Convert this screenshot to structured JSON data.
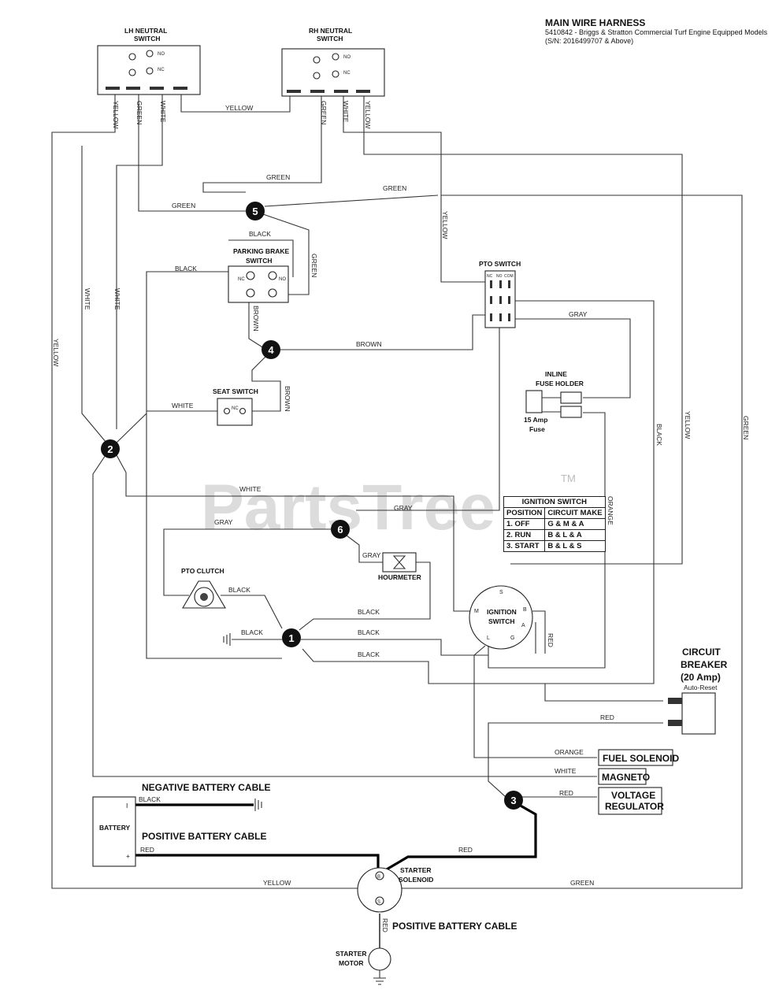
{
  "header": {
    "title": "MAIN WIRE HARNESS",
    "subtitle1": "5410842 - Briggs & Stratton Commercial Turf Engine Equipped Models",
    "subtitle2": "(S/N: 2016499707 & Above)"
  },
  "watermark": {
    "text": "PartsTree",
    "tm": "TM"
  },
  "components": {
    "lh_neutral": [
      "LH NEUTRAL",
      "SWITCH"
    ],
    "rh_neutral": [
      "RH NEUTRAL",
      "SWITCH"
    ],
    "parking_brake": [
      "PARKING BRAKE",
      "SWITCH"
    ],
    "pto_switch": "PTO SWITCH",
    "seat_switch": "SEAT SWITCH",
    "inline_fuse": [
      "INLINE",
      "FUSE HOLDER"
    ],
    "fuse_note": [
      "15 Amp",
      "Fuse"
    ],
    "pto_clutch": "PTO CLUTCH",
    "hourmeter": "HOURMETER",
    "ignition": [
      "IGNITION",
      "SWITCH"
    ],
    "circuit_breaker": [
      "CIRCUIT",
      "BREAKER",
      "(20 Amp)"
    ],
    "auto_reset": "Auto-Reset",
    "fuel_solenoid": "FUEL SOLENOID",
    "magneto": "MAGNETO",
    "voltage_regulator": [
      "VOLTAGE",
      "REGULATOR"
    ],
    "battery": "BATTERY",
    "starter_solenoid": [
      "STARTER",
      "SOLENOID"
    ],
    "starter_motor": [
      "STARTER",
      "MOTOR"
    ],
    "neg_cable": "NEGATIVE BATTERY CABLE",
    "pos_cable": "POSITIVE BATTERY CABLE",
    "pos_cable2": "POSITIVE BATTERY CABLE"
  },
  "terminals": {
    "no": "NO",
    "nc": "NC",
    "com": "COM",
    "minus": "I",
    "plus": "+",
    "ign_s": "S",
    "ign_b": "B",
    "ign_a": "A",
    "ign_m": "M",
    "ign_l": "L",
    "ign_g": "G",
    "sol_b": "B",
    "sol_s": "S"
  },
  "nodes": [
    "1",
    "2",
    "3",
    "4",
    "5",
    "6"
  ],
  "wires": {
    "yellow": "YELLOW",
    "green": "GREEN",
    "white": "WHITE",
    "black": "BLACK",
    "brown": "BROWN",
    "gray": "GRAY",
    "orange": "ORANGE",
    "red": "RED"
  },
  "ignition_table": {
    "title": "IGNITION SWITCH",
    "headers": [
      "POSITION",
      "CIRCUIT MAKE"
    ],
    "rows": [
      [
        "1. OFF",
        "G & M & A"
      ],
      [
        "2. RUN",
        "B & L & A"
      ],
      [
        "3. START",
        "B & L & S"
      ]
    ]
  }
}
